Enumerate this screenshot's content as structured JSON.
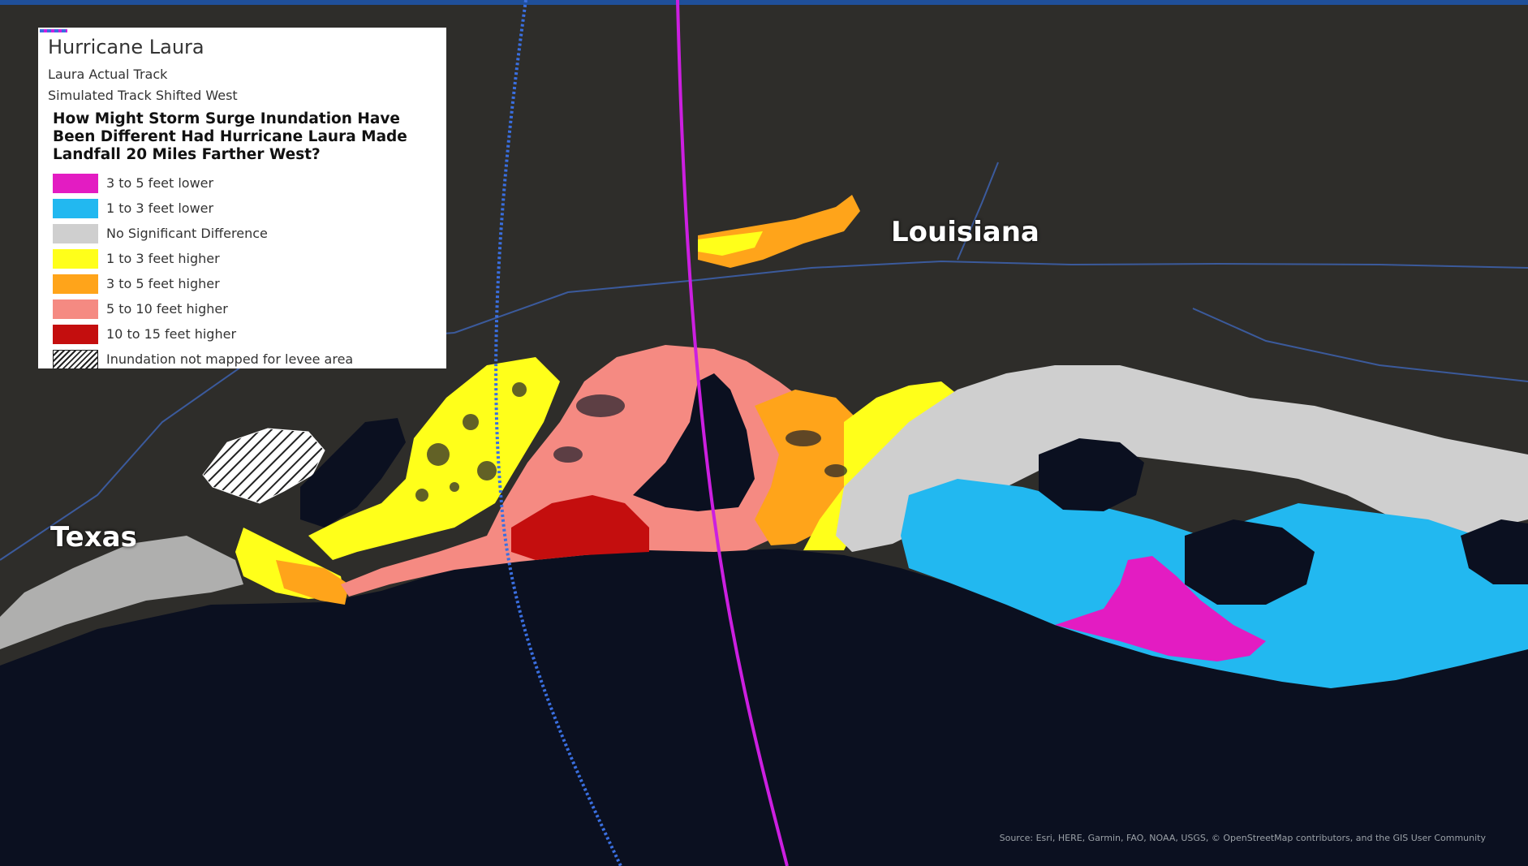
{
  "legend": {
    "title": "Hurricane Laura",
    "tracks": [
      {
        "label": "Laura Actual Track",
        "color": "#cc1fe0",
        "style": "solid"
      },
      {
        "label": "Simulated Track Shifted West",
        "color": "#3a6fe0",
        "style": "dotted"
      }
    ],
    "question_lines": [
      "How Might Storm Surge Inundation Have",
      "Been Different Had Hurricane Laura Made",
      "Landfall 20 Miles Farther West?"
    ],
    "categories": [
      {
        "label": "3 to 5 feet lower",
        "color": "#e31cc2"
      },
      {
        "label": "1 to 3 feet lower",
        "color": "#22b8f0"
      },
      {
        "label": "No Significant Difference",
        "color": "#cfcfcf"
      },
      {
        "label": "1 to 3 feet higher",
        "color": "#ffff1a"
      },
      {
        "label": "3 to 5 feet higher",
        "color": "#ffa41a"
      },
      {
        "label": "5 to 10 feet higher",
        "color": "#f58a82"
      },
      {
        "label": "10 to 15 feet higher",
        "color": "#c40e0e"
      },
      {
        "label": "Inundation not mapped for levee area",
        "color": "hatch"
      }
    ]
  },
  "labels": {
    "louisiana": "Louisiana",
    "texas": "Texas"
  },
  "source": "Source: Esri, HERE, Garmin, FAO, NOAA, USGS, © OpenStreetMap contributors, and the GIS User Community",
  "colors": {
    "land": "#2e2d2a",
    "water": "#0b1020",
    "roads": "#3d5fa8"
  }
}
